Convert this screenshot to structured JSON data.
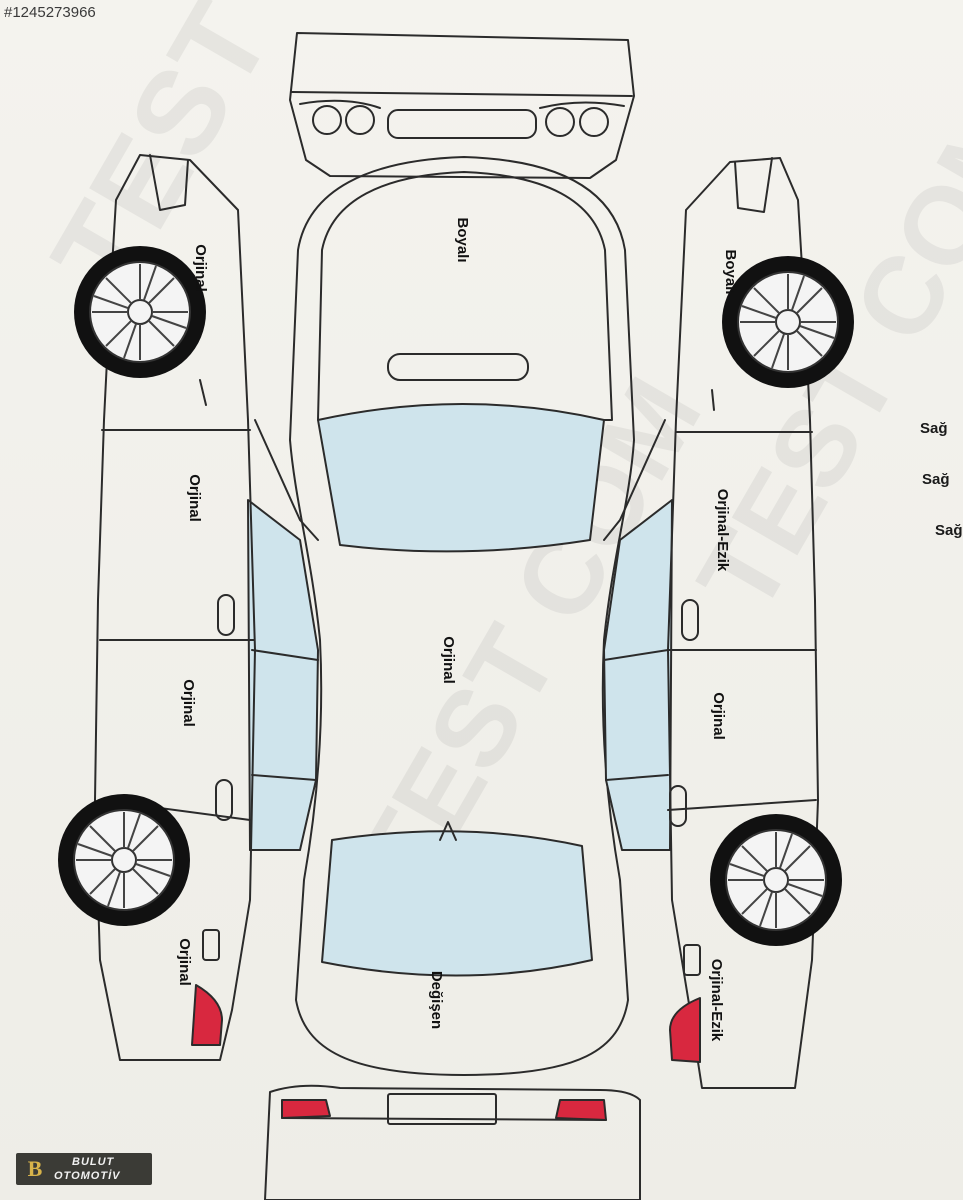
{
  "listing_id": "#1245273966",
  "panels": {
    "hood": "Boyalı",
    "roof": "Orjinal",
    "trunk": "Değişen",
    "left_front_fender": "Orjinal",
    "left_front_door": "Orjinal",
    "left_rear_door": "Orjinal",
    "left_rear_fender": "Orjinal",
    "right_front_fender": "Boyalı",
    "right_front_door": "Orjinal-Ezik",
    "right_rear_door": "Orjinal",
    "right_rear_fender": "Orjinal-Ezik"
  },
  "side_labels": [
    "Sağ",
    "Sağ",
    "Sağ"
  ],
  "logo": {
    "mark": "B",
    "line1": "BULUT",
    "line2": "OTOMOTİV"
  },
  "colors": {
    "glass": "#cfe4ec",
    "line": "#2b2b2b",
    "tail_light": "#d8283f",
    "tire": "#111111"
  }
}
